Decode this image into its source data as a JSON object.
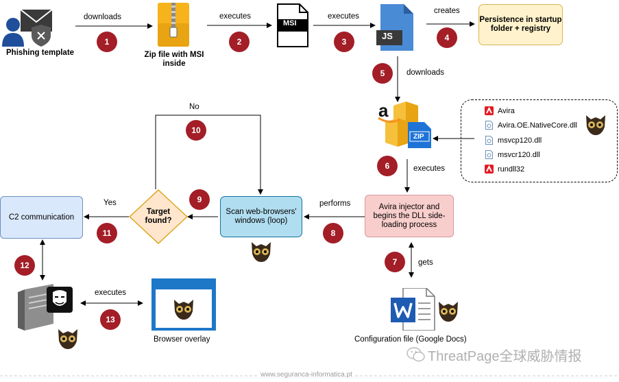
{
  "nodes": {
    "phishing": "Phishing template",
    "zip": "Zip file with MSI inside",
    "msi": "MSI",
    "js": "JS",
    "persistence": "Persistence in startup folder + registry",
    "zip_badge": "ZIP",
    "avira_injector": "Avira injector and begins the DLL side-loading process",
    "scan": "Scan web-browsers' windows (loop)",
    "target": "Target found?",
    "c2": "C2 communication",
    "config": "Configuration file (Google Docs)",
    "overlay": "Browser overlay",
    "amazon_letter": "a"
  },
  "files": [
    "Avira",
    "Avira.OE.NativeCore.dll",
    "msvcp120.dll",
    "msvcr120.dll",
    "rundll32"
  ],
  "edges": {
    "e1": "downloads",
    "e2": "executes",
    "e3": "executes",
    "e4": "creates",
    "e5": "downloads",
    "e6": "executes",
    "e7": "gets",
    "e8": "performs",
    "e10": "No",
    "e11": "Yes",
    "e13": "executes"
  },
  "steps": [
    "1",
    "2",
    "3",
    "4",
    "5",
    "6",
    "7",
    "8",
    "9",
    "10",
    "11",
    "12",
    "13"
  ],
  "footer": {
    "url": "www.seguranca-informatica.pt",
    "watermark": "ThreatPage全球威胁情报"
  },
  "colors": {
    "step_badge": "#a31e27",
    "persistence_fill": "#fff2cc",
    "persistence_border": "#d6b656",
    "c2_fill": "#dae8fc",
    "scan_fill": "#b1ddf0",
    "target_fill": "#ffe6cc",
    "injector_fill": "#f8cecc"
  },
  "icons": [
    "user-mail-icon",
    "zip-folder-icon",
    "msi-file-icon",
    "js-file-icon",
    "amazon-s3-icon",
    "zip-badge-icon",
    "owl-logo-icon",
    "word-doc-icon",
    "browser-window-icon",
    "server-icon",
    "hacker-mask-icon",
    "avira-icon",
    "dll-file-icon",
    "wechat-icon"
  ]
}
